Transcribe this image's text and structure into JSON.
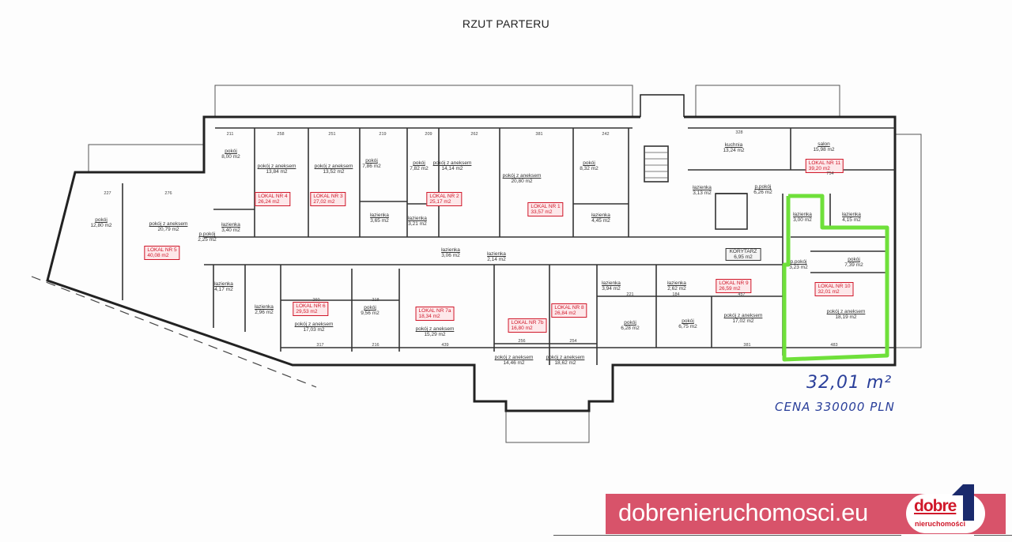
{
  "title": "RZUT PARTERU",
  "rooms": [
    {
      "name": "pokój",
      "area": "8,00 m2"
    },
    {
      "name": "pokój z aneksem",
      "area": "13,84 m2"
    },
    {
      "name": "pokój z aneksem",
      "area": "13,52 m2"
    },
    {
      "name": "pokój",
      "area": "7,86 m2"
    },
    {
      "name": "pokój",
      "area": "7,82 m2"
    },
    {
      "name": "pokój z aneksem",
      "area": "14,14 m2"
    },
    {
      "name": "pokój z aneksem",
      "area": "20,80 m2"
    },
    {
      "name": "pokój",
      "area": "8,32 m2"
    },
    {
      "name": "łazienka",
      "area": "3,40 m2"
    },
    {
      "name": "łazienka",
      "area": "3,65 m2"
    },
    {
      "name": "łazienka",
      "area": "3,21 m2"
    },
    {
      "name": "łazienka",
      "area": "4,45 m2"
    },
    {
      "name": "pokój",
      "area": "12,80 m2"
    },
    {
      "name": "pokój z aneksem",
      "area": "20,79 m2"
    },
    {
      "name": "p.pokój",
      "area": "2,25 m2"
    },
    {
      "name": "łazienka",
      "area": "4,17 m2"
    },
    {
      "name": "łazienka",
      "area": "2,96 m2"
    },
    {
      "name": "łazienka",
      "area": "3,06 m2"
    },
    {
      "name": "łazienka",
      "area": "2,14 m2"
    },
    {
      "name": "pokój z aneksem",
      "area": "17,03 m2"
    },
    {
      "name": "pokój",
      "area": "9,56 m2"
    },
    {
      "name": "pokój z aneksem",
      "area": "15,29 m2"
    },
    {
      "name": "pokój z aneksem",
      "area": "14,46 m2"
    },
    {
      "name": "pokój z aneksem",
      "area": "18,62 m2"
    },
    {
      "name": "łazienka",
      "area": "3,94 m2"
    },
    {
      "name": "łazienka",
      "area": "2,62 m2"
    },
    {
      "name": "pokój",
      "area": "6,28 m2"
    },
    {
      "name": "pokój",
      "area": "6,75 m2"
    },
    {
      "name": "pokój z aneksem",
      "area": "17,02 m2"
    },
    {
      "name": "KORYTARZ",
      "area": "6,95 m2"
    },
    {
      "name": "kuchnia",
      "area": "13,24 m2"
    },
    {
      "name": "salon",
      "area": "15,98 m2"
    },
    {
      "name": "łazienka",
      "area": "3,13 m2"
    },
    {
      "name": "p.pokój",
      "area": "6,26 m2"
    },
    {
      "name": "łazienka",
      "area": "3,00 m2"
    },
    {
      "name": "łazienka",
      "area": "4,15 m2"
    },
    {
      "name": "p.pokój",
      "area": "3,23 m2"
    },
    {
      "name": "pokój",
      "area": "7,39 m2"
    },
    {
      "name": "pokój z aneksem",
      "area": "18,19 m2"
    }
  ],
  "units": [
    {
      "label": "LOKAL NR 4",
      "area": "26,24 m2"
    },
    {
      "label": "LOKAL NR 3",
      "area": "27,02 m2"
    },
    {
      "label": "LOKAL NR 2",
      "area": "25,17 m2"
    },
    {
      "label": "LOKAL NR 1",
      "area": "33,57 m2"
    },
    {
      "label": "LOKAL NR 5",
      "area": "40,08 m2"
    },
    {
      "label": "LOKAL NR 6",
      "area": "29,53 m2"
    },
    {
      "label": "LOKAL NR 7a",
      "area": "18,34 m2"
    },
    {
      "label": "LOKAL NR 7b",
      "area": "16,80 m2"
    },
    {
      "label": "LOKAL NR 8",
      "area": "26,84 m2"
    },
    {
      "label": "LOKAL NR 9",
      "area": "26,59 m2"
    },
    {
      "label": "LOKAL NR 11",
      "area": "39,20 m2"
    },
    {
      "label": "LOKAL NR 10",
      "area": "32,01 m2"
    }
  ],
  "dimensions": [
    "211",
    "258",
    "251",
    "219",
    "209",
    "262",
    "381",
    "242",
    "227",
    "276",
    "260",
    "218",
    "317",
    "216",
    "439",
    "256",
    "254",
    "221",
    "184",
    "457",
    "381",
    "483",
    "328",
    "754"
  ],
  "highlight": {
    "area": "32,01 m²",
    "price": "CENA 330000 PLN",
    "color": "#6fe03a"
  },
  "banner": {
    "url": "dobrenieruchomosci.eu",
    "logo_top": "dobre",
    "logo_bottom": "nieruchomości",
    "color": "#d8536a"
  }
}
